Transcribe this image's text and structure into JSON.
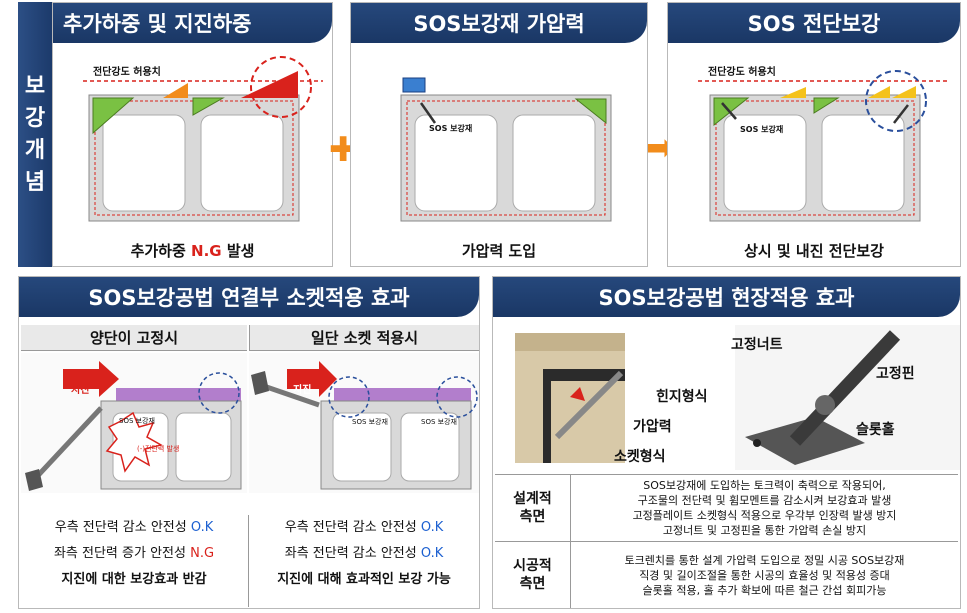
{
  "side_label": [
    "보",
    "강",
    "개",
    "념"
  ],
  "panel1": {
    "title": "추가하중 및 지진하중",
    "limit_label": "전단강도 허용치",
    "caption_a": "추가하중 ",
    "caption_ng": "N.G",
    "caption_b": " 발생"
  },
  "panel2": {
    "title": "SOS보강재 가압력",
    "sos_label": "SOS 보강재",
    "caption": "가압력 도입"
  },
  "panel3": {
    "title": "SOS 전단보강",
    "limit_label": "전단강도 허용치",
    "sos_label": "SOS 보강재",
    "caption": "상시 및 내진 전단보강"
  },
  "operators": {
    "plus": "✚",
    "arrow": "➡"
  },
  "panel4": {
    "title": "SOS보강공법 연결부 소켓적용 효과",
    "col1": {
      "header": "양단이 고정시",
      "quake": "지진",
      "sos": "SOS 보강재",
      "burst": "(-)전단력 발생",
      "line1_a": "우측 전단력 감소 안전성 ",
      "line1_b": "O.K",
      "line2_a": "좌측 전단력 증가 안전성 ",
      "line2_b": "N.G",
      "line3": "지진에 대한 보강효과 반감"
    },
    "col2": {
      "header": "일단 소켓 적용시",
      "quake": "지진",
      "sos": "SOS 보강재",
      "sos2": "SOS 보강재",
      "line1_a": "우측 전단력 감소 안전성 ",
      "line1_b": "O.K",
      "line2_a": "좌측 전단력 감소 안전성 ",
      "line2_b": "O.K",
      "line3": "지진에 대해 효과적인 보강 가능"
    }
  },
  "panel5": {
    "title": "SOS보강공법 현장적용 효과",
    "labels": {
      "hinge": "힌지형식",
      "pressure": "가압력",
      "socket": "소켓형식",
      "nut": "고정너트",
      "pin": "고정핀",
      "slot": "슬롯홀"
    },
    "rows": [
      {
        "key": "설계적\n측면",
        "lines": [
          "SOS보강재에 도입하는 토크력이 축력으로 작용되어,",
          "구조물의 전단력 및 휨모멘트를 감소시켜 보강효과 발생",
          "고정플레이트 소켓형식 적용으로 우각부 인장력 발생 방지",
          "고정너트 및 고정핀을 통한 가압력 손실 방지"
        ]
      },
      {
        "key": "시공적\n측면",
        "lines": [
          "토크렌치를 통한 설계 가압력 도입으로 정밀 시공 SOS보강재",
          "직경 및 길이조절을 통한 시공의 효율성 및 적용성 증대",
          "슬롯홀 적용, 홀 추가 확보에 따른 철근 간섭 회피가능"
        ]
      }
    ]
  },
  "colors": {
    "navy": "#1f3f73",
    "orange": "#f28c1b",
    "red": "#d9221c",
    "blue": "#1b5fd0",
    "green": "#7ac143",
    "yellow": "#f4c21b",
    "purple": "#a05fc0"
  }
}
